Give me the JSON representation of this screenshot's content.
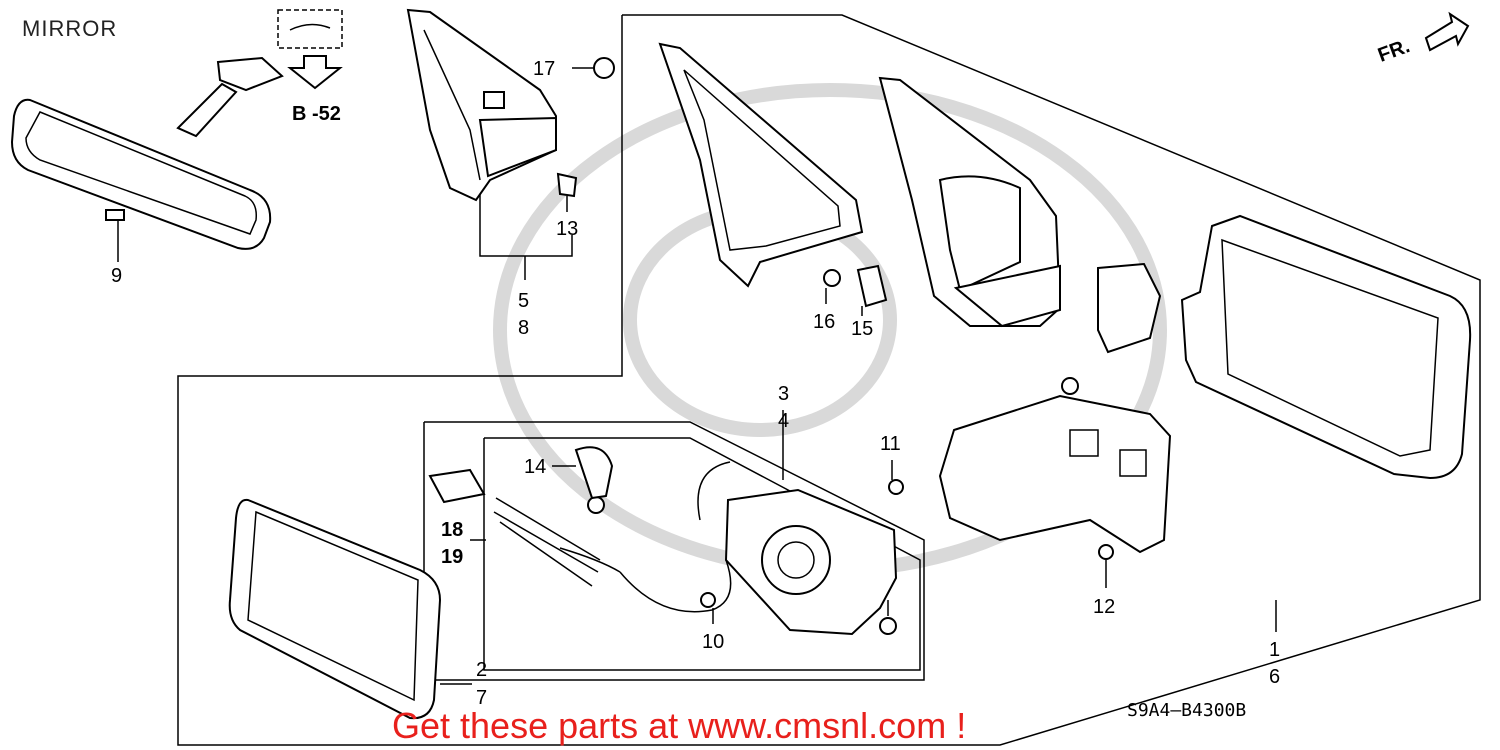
{
  "title": "MIRROR",
  "ref_label": "B -52",
  "front_label": "FR.",
  "diagram_code": "S9A4–B4300B",
  "promo": "Get these parts at www.cmsnl.com !",
  "colors": {
    "promo": "#e8201c",
    "lines": "#000000",
    "watermark": "#d9d9d9"
  },
  "callouts": {
    "c1": "1",
    "c6": "6",
    "c2": "2",
    "c7": "7",
    "c3": "3",
    "c4": "4",
    "c5": "5",
    "c8": "8",
    "c9": "9",
    "c10": "10",
    "c11": "11",
    "c12": "12",
    "c13": "13",
    "c14": "14",
    "c15": "15",
    "c16": "16",
    "c17": "17",
    "c18": "18",
    "c19": "19"
  }
}
